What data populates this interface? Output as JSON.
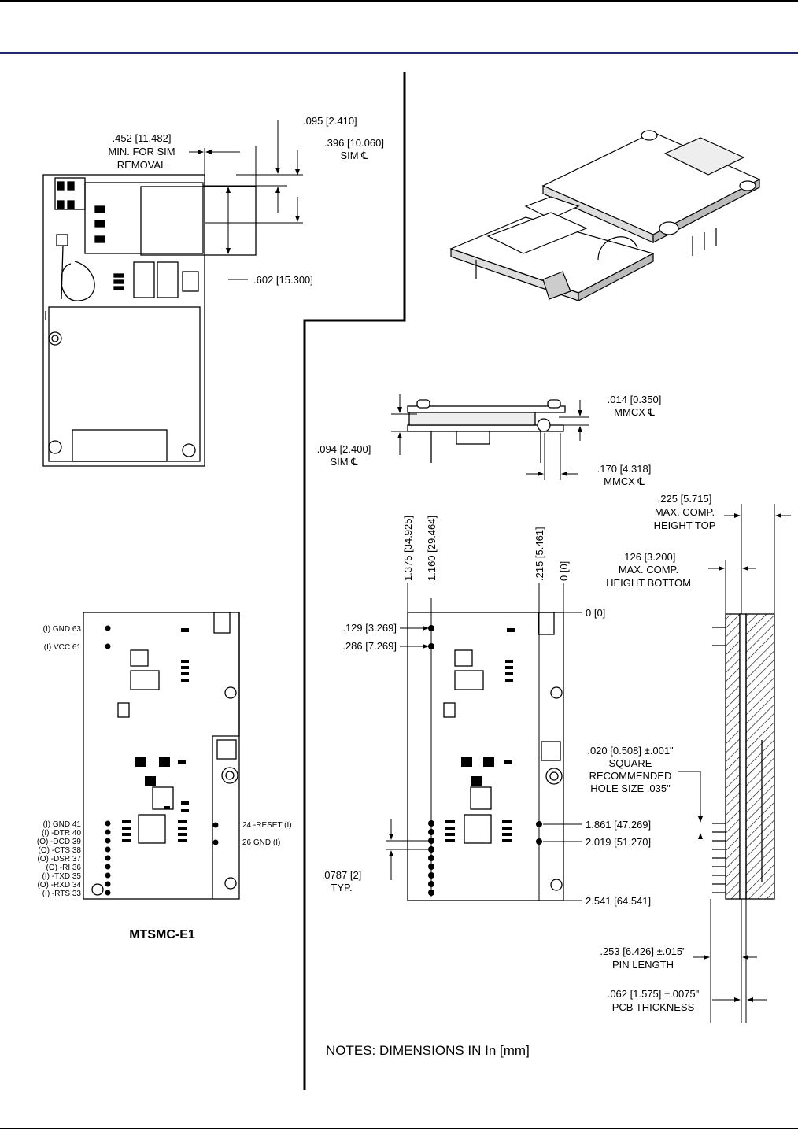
{
  "colors": {
    "header_rule": "#1f2a6b",
    "ink": "#000000"
  },
  "top_view_dims": {
    "sim_removal": [
      ".452 [11.482]",
      "MIN. FOR SIM",
      "REMOVAL"
    ],
    "d095": ".095 [2.410]",
    "d396": [
      ".396 [10.060]",
      "SIM ℄"
    ],
    "d602": ".602 [15.300]"
  },
  "side_view_dims": {
    "d014": [
      ".014 [0.350]",
      "MMCX ℄"
    ],
    "d094": [
      ".094 [2.400]",
      "SIM ℄"
    ],
    "d170": [
      ".170 [4.318]",
      "MMCX ℄"
    ]
  },
  "pinout": {
    "left_pins": [
      "(I) GND  63",
      "(I) VCC  61",
      "(I) GND  41",
      "(I) -DTR  40",
      "(O) -DCD  39",
      "(O) -CTS  38",
      "(O) -DSR  37",
      "(O) -RI  36",
      "(I) -TXD  35",
      "(O) -RXD  34",
      "(I) -RTS  33"
    ],
    "right_pins": [
      "24  -RESET (I)",
      "26  GND (I)"
    ],
    "model": "MTSMC-E1"
  },
  "bottom_view_dims": {
    "col1": "1.375 [34.925]",
    "col2": "1.160 [29.464]",
    "col3": ".215 [5.461]",
    "col4": "0 [0]",
    "row0": "0 [0]",
    "row129": ".129 [3.269]",
    "row286": ".286 [7.269]",
    "row1861": "1.861 [47.269]",
    "row2019": "2.019 [51.270]",
    "row2541": "2.541 [64.541]",
    "pitch": [
      ".0787 [2]",
      "TYP."
    ],
    "hole": [
      ".020 [0.508] ±.001\"",
      "SQUARE",
      "RECOMMENDED",
      "HOLE SIZE .035\""
    ]
  },
  "edge_view_dims": {
    "top_height": [
      ".225 [5.715]",
      "MAX. COMP.",
      "HEIGHT TOP"
    ],
    "bottom_height": [
      ".126 [3.200]",
      "MAX. COMP.",
      "HEIGHT BOTTOM"
    ],
    "pin_length": [
      ".253 [6.426] ±.015\"",
      "PIN LENGTH"
    ],
    "pcb_thickness": [
      ".062 [1.575] ±.0075\"",
      "PCB THICKNESS"
    ]
  },
  "notes": "NOTES: DIMENSIONS IN  In [mm]"
}
